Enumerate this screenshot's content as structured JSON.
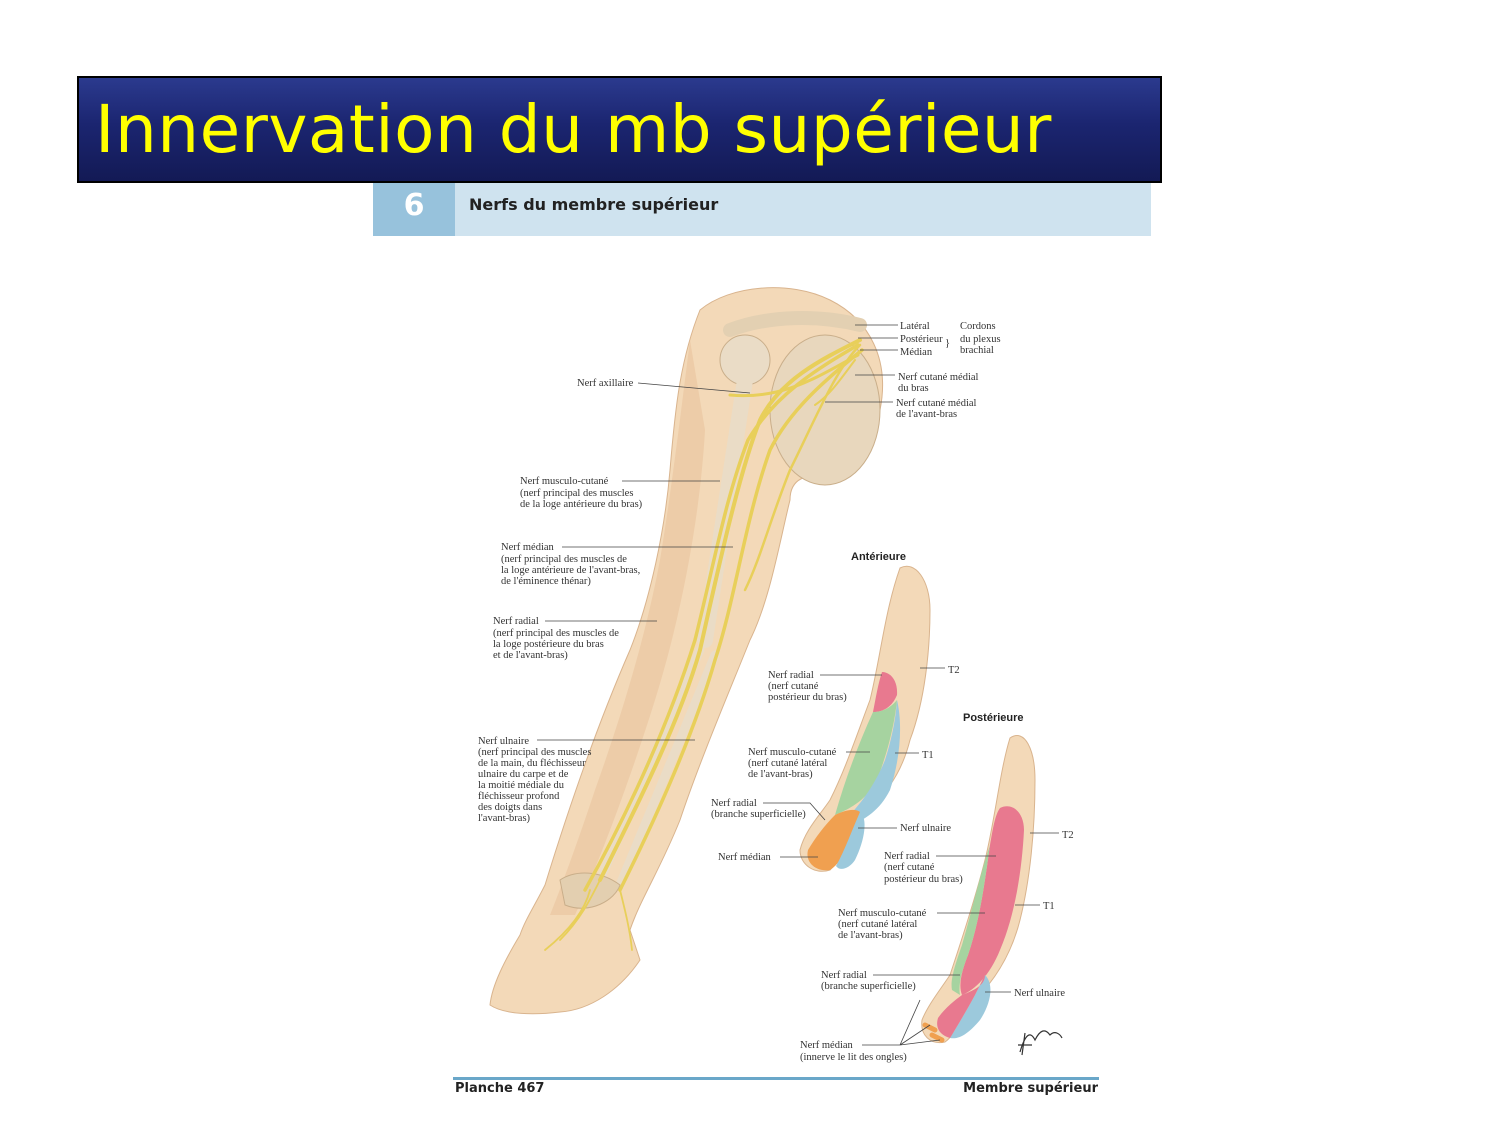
{
  "slide": {
    "title": "Innervation du mb supérieur"
  },
  "plate": {
    "number": "6",
    "heading": "Nerfs du membre supérieur",
    "footer_left": "Planche 467",
    "footer_right": "Membre supérieur",
    "signature": "F. Netter"
  },
  "main_arm": {
    "lateral": "Latéral",
    "posterior": "Postérieur",
    "median": "Médian",
    "cords_l1": "Cordons",
    "cords_l2": "du plexus",
    "cords_l3": "brachial",
    "axillary": "Nerf axillaire",
    "med_cut_arm_l1": "Nerf cutané médial",
    "med_cut_arm_l2": "du bras",
    "med_cut_fore_l1": "Nerf cutané médial",
    "med_cut_fore_l2": "de l'avant-bras",
    "musc_l1": "Nerf musculo-cutané",
    "musc_l2": "(nerf principal des muscles",
    "musc_l3": "de la loge antérieure du bras)",
    "med_l1": "Nerf médian",
    "med_l2": "(nerf principal des muscles de",
    "med_l3": "la loge antérieure de l'avant-bras,",
    "med_l4": "de l'éminence thénar)",
    "rad_l1": "Nerf radial",
    "rad_l2": "(nerf principal des muscles de",
    "rad_l3": "la loge postérieure du bras",
    "rad_l4": "et de l'avant-bras)",
    "uln_l1": "Nerf ulnaire",
    "uln_l2": "(nerf principal des muscles",
    "uln_l3": "de la main, du fléchisseur",
    "uln_l4": "ulnaire du carpe et de",
    "uln_l5": "la moitié médiale du",
    "uln_l6": "fléchisseur profond",
    "uln_l7": "des doigts dans",
    "uln_l8": "l'avant-bras)"
  },
  "anterior_view": {
    "heading": "Antérieure",
    "t2": "T2",
    "t1": "T1",
    "rad_l1": "Nerf radial",
    "rad_l2": "(nerf cutané",
    "rad_l3": "postérieur du bras)",
    "musc_l1": "Nerf musculo-cutané",
    "musc_l2": "(nerf cutané latéral",
    "musc_l3": "de l'avant-bras)",
    "radsup_l1": "Nerf radial",
    "radsup_l2": "(branche superficielle)",
    "ulnar": "Nerf ulnaire",
    "median": "Nerf médian"
  },
  "posterior_view": {
    "heading": "Postérieure",
    "t2": "T2",
    "t1": "T1",
    "rad_l1": "Nerf radial",
    "rad_l2": "(nerf cutané",
    "rad_l3": "postérieur du bras)",
    "musc_l1": "Nerf musculo-cutané",
    "musc_l2": "(nerf cutané latéral",
    "musc_l3": "de l'avant-bras)",
    "radsup_l1": "Nerf radial",
    "radsup_l2": "(branche superficielle)",
    "ulnar": "Nerf ulnaire",
    "med_l1": "Nerf médian",
    "med_l2": "(innerve le lit des ongles)"
  },
  "colors": {
    "title_text": "#ffff00",
    "title_bg": "#1b2570",
    "skin": "#f3d9b8",
    "nerve": "#e8cf5a",
    "radial_zone": "#e8798f",
    "musculocutaneous_zone": "#a6d3a0",
    "ulnar_zone": "#9cc9dc",
    "median_zone": "#f0a050"
  }
}
